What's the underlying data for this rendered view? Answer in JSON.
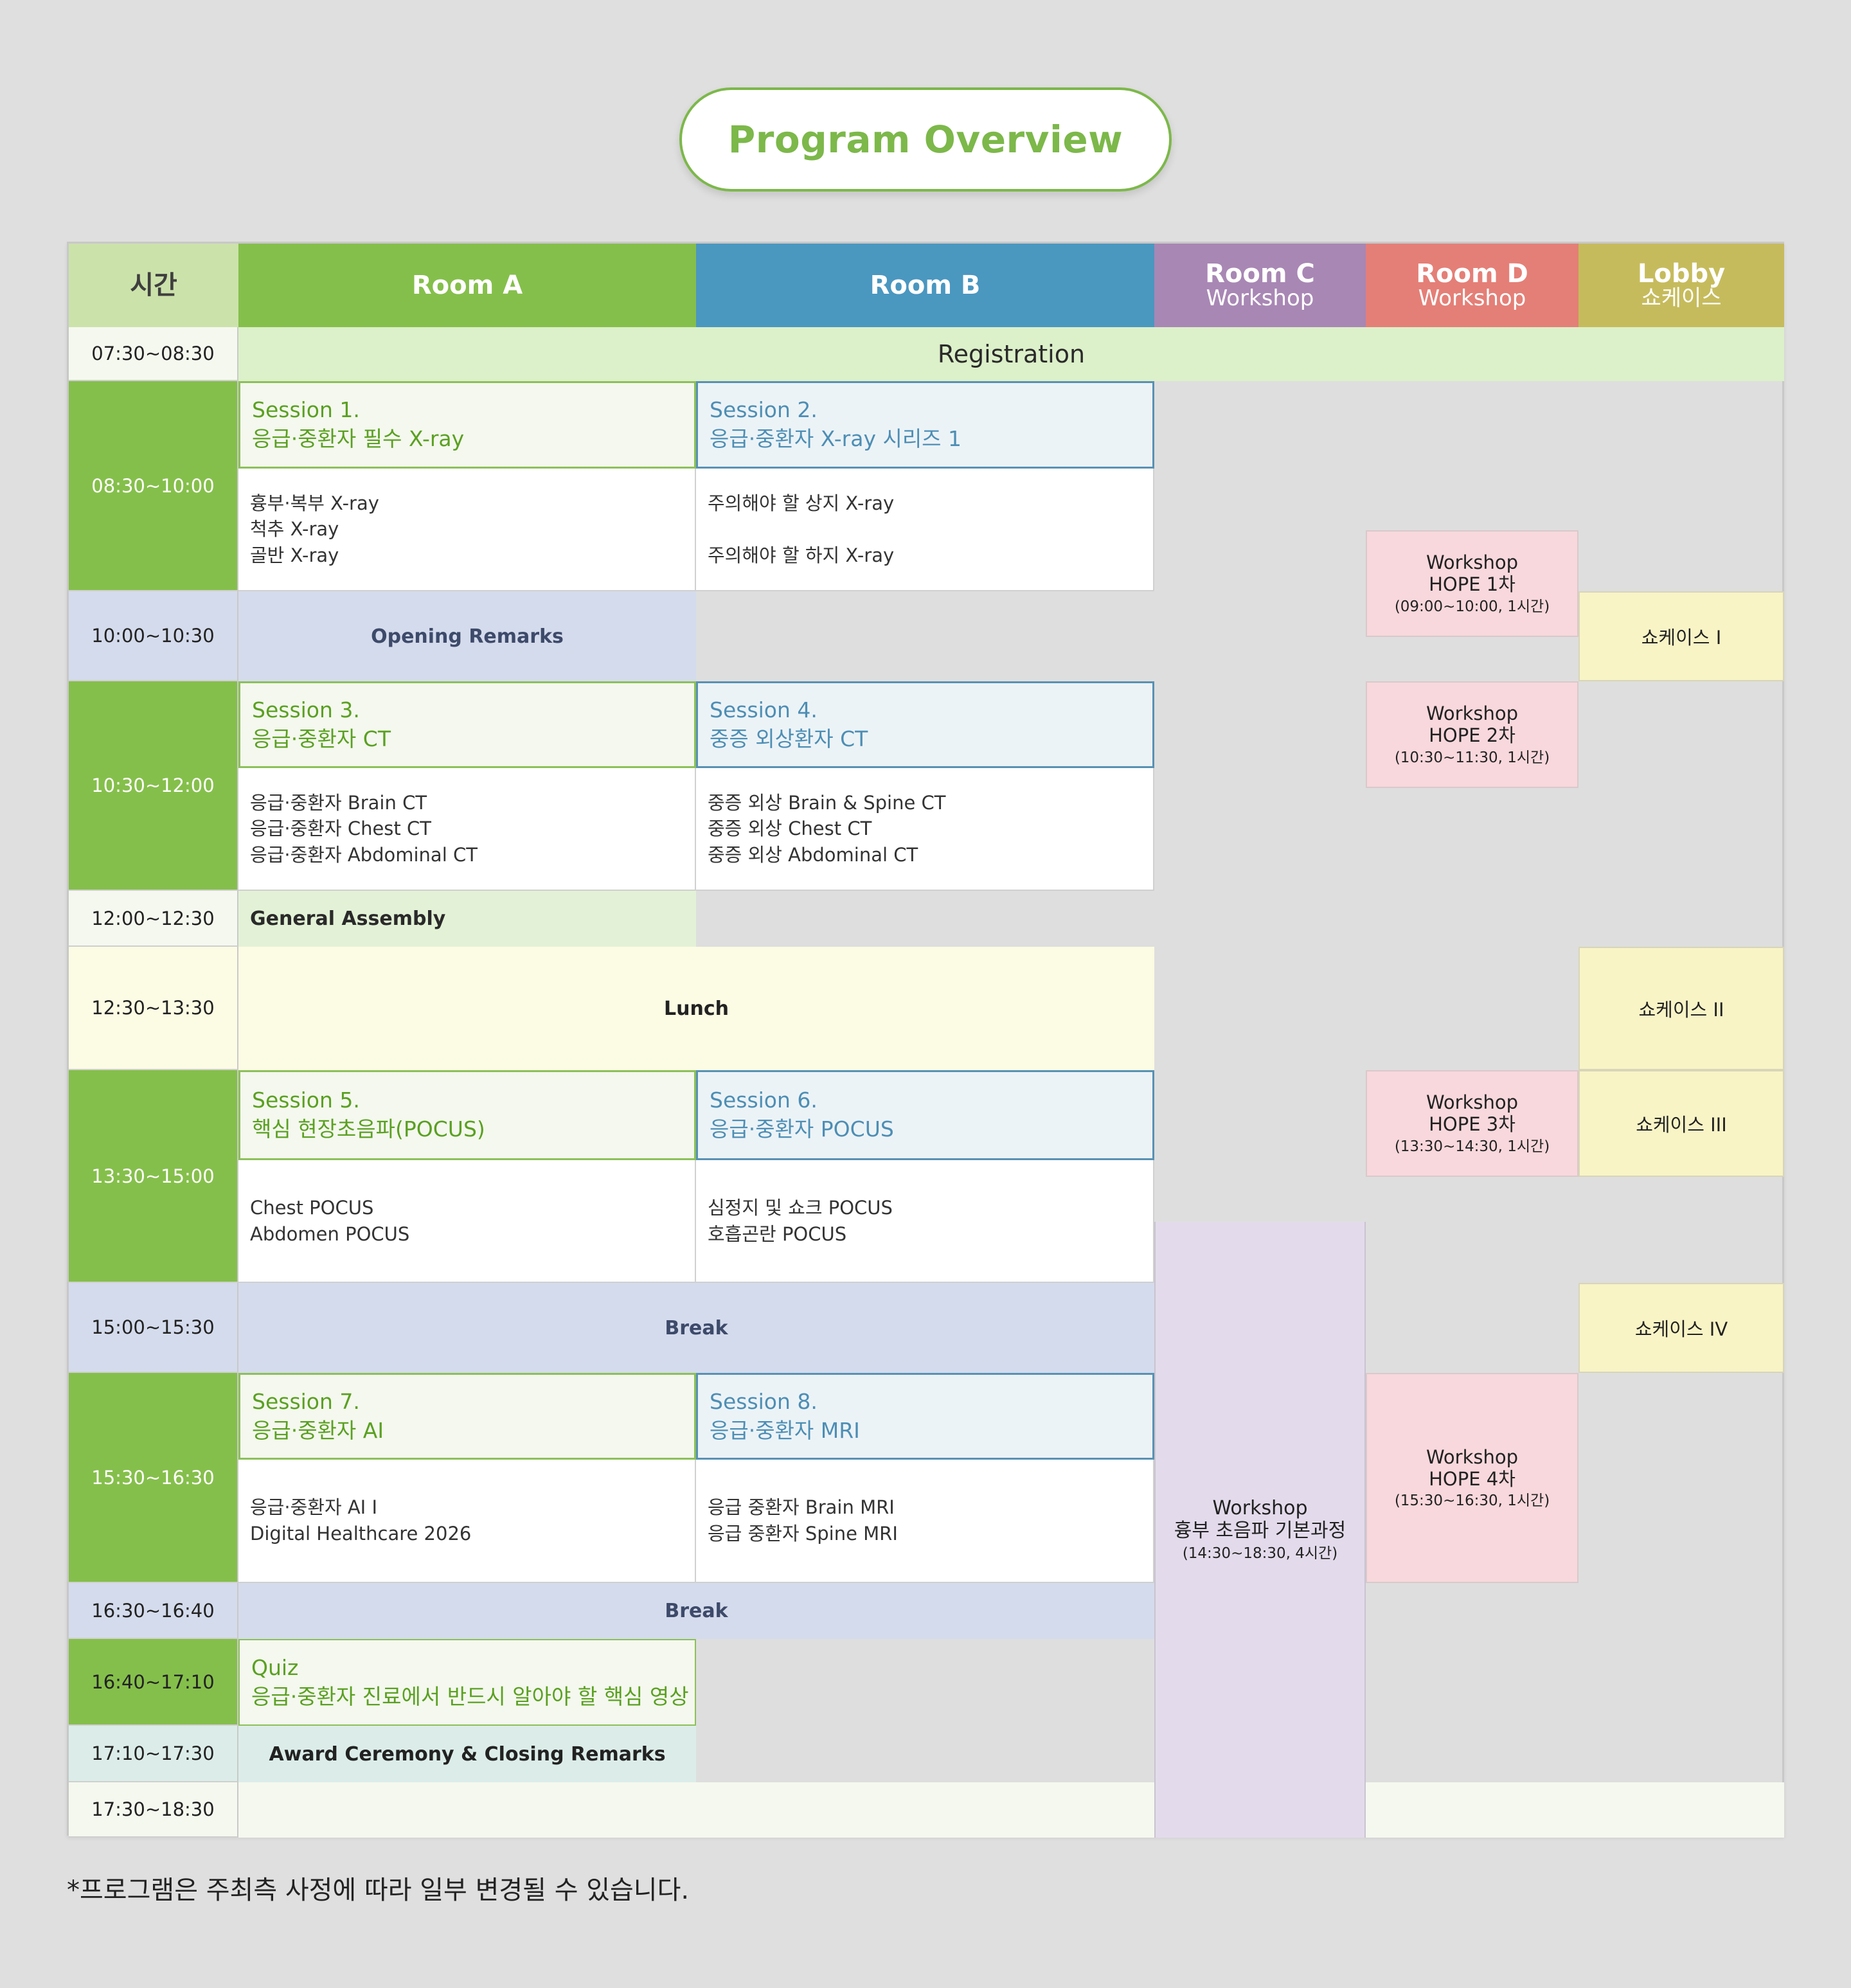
{
  "page": {
    "title": "Program Overview",
    "footnote": "*프로그램은 주최측 사정에 따라 일부 변경될 수 있습니다."
  },
  "colors": {
    "accent_green": "#7cb84a",
    "room_a": "#85bf4b",
    "room_b": "#4a97c0",
    "room_c": "#a887b4",
    "room_d": "#e47f77",
    "lobby": "#c6bb5c",
    "time_header": "#cce2ab"
  },
  "headers": {
    "time": "시간",
    "room_a": "Room A",
    "room_b": "Room B",
    "room_c": {
      "name": "Room C",
      "sub": "Workshop"
    },
    "room_d": {
      "name": "Room D",
      "sub": "Workshop"
    },
    "lobby": {
      "name": "Lobby",
      "sub": "쇼케이스"
    }
  },
  "times": [
    "07:30~08:30",
    "08:30~10:00",
    "10:00~10:30",
    "10:30~12:00",
    "12:00~12:30",
    "12:30~13:30",
    "13:30~15:00",
    "15:00~15:30",
    "15:30~16:30",
    "16:30~16:40",
    "16:40~17:10",
    "17:10~17:30",
    "17:30~18:30"
  ],
  "registration": "Registration",
  "sessions": [
    {
      "num": "Session 1.",
      "title": "응급·중환자 필수 X-ray",
      "topics": [
        "흉부·복부 X-ray",
        "척추 X-ray",
        "골반 X-ray"
      ]
    },
    {
      "num": "Session 2.",
      "title": "응급·중환자 X-ray 시리즈 1",
      "topics": [
        "주의해야 할 상지 X-ray",
        "",
        "주의해야 할 하지 X-ray"
      ]
    },
    {
      "num": "Session 3.",
      "title": "응급·중환자 CT",
      "topics": [
        "응급·중환자 Brain CT",
        "응급·중환자 Chest CT",
        "응급·중환자 Abdominal CT"
      ]
    },
    {
      "num": "Session 4.",
      "title": "중증 외상환자 CT",
      "topics": [
        "중증 외상 Brain & Spine CT",
        "중증 외상 Chest CT",
        "중증 외상 Abdominal CT"
      ]
    },
    {
      "num": "Session 5.",
      "title": "핵심 현장초음파(POCUS)",
      "topics": [
        "Chest POCUS",
        "Abdomen POCUS"
      ]
    },
    {
      "num": "Session 6.",
      "title": "응급·중환자 POCUS",
      "topics": [
        "심정지 및 쇼크 POCUS",
        "호흡곤란 POCUS"
      ]
    },
    {
      "num": "Session 7.",
      "title": "응급·중환자 AI",
      "topics": [
        "응급·중환자 AI I",
        "Digital Healthcare 2026"
      ]
    },
    {
      "num": "Session 8.",
      "title": "응급·중환자 MRI",
      "topics": [
        "응급 중환자 Brain MRI",
        "응급 중환자 Spine MRI"
      ]
    }
  ],
  "events": {
    "opening": "Opening Remarks",
    "general_assembly": "General Assembly",
    "lunch": "Lunch",
    "break1": "Break",
    "break2": "Break",
    "quiz_title": "Quiz",
    "quiz_desc": "응급·중환자 진료에서 반드시 알아야 할 핵심 영상",
    "award": "Award Ceremony & Closing Remarks"
  },
  "workshops_d": [
    {
      "name": "Workshop",
      "title": "HOPE 1차",
      "time": "(09:00~10:00, 1시간)"
    },
    {
      "name": "Workshop",
      "title": "HOPE 2차",
      "time": "(10:30~11:30, 1시간)"
    },
    {
      "name": "Workshop",
      "title": "HOPE 3차",
      "time": "(13:30~14:30, 1시간)"
    },
    {
      "name": "Workshop",
      "title": "HOPE 4차",
      "time": "(15:30~16:30, 1시간)"
    }
  ],
  "workshop_c": {
    "name": "Workshop",
    "title": "흉부 초음파 기본과정",
    "time": "(14:30~18:30, 4시간)"
  },
  "showcases": [
    "쇼케이스 I",
    "쇼케이스 II",
    "쇼케이스 III",
    "쇼케이스 IV"
  ]
}
